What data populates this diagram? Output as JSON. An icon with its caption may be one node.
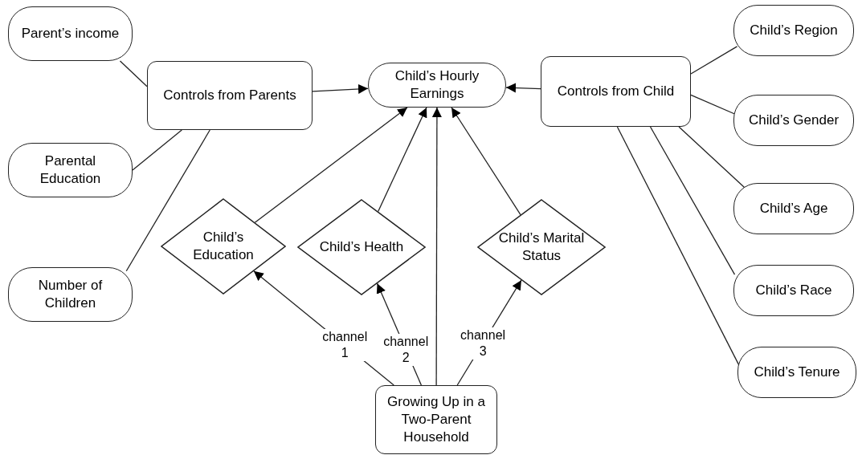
{
  "diagram": {
    "nodes": [
      {
        "text": [
          "Parent’s income"
        ]
      },
      {
        "text": [
          "Controls from Parents"
        ]
      },
      {
        "text": [
          "Parental Education"
        ]
      },
      {
        "text": [
          "Number of Children"
        ]
      },
      {
        "text": [
          "Child’s Hourly Earnings"
        ]
      },
      {
        "text": [
          "Controls from Child"
        ]
      },
      {
        "text": [
          "Child’s Region"
        ]
      },
      {
        "text": [
          "Child’s Gender"
        ]
      },
      {
        "text": [
          "Child’s Age"
        ]
      },
      {
        "text": [
          "Child’s Race"
        ]
      },
      {
        "text": [
          "Child’s Tenure"
        ]
      },
      {
        "text": [
          "Child’s Education"
        ]
      },
      {
        "text": [
          "Child’s Health"
        ]
      },
      {
        "text": [
          "Child’s Marital Status"
        ]
      },
      {
        "text": [
          "Growing Up in a Two-Parent Household"
        ]
      }
    ],
    "edges": [
      {
        "from": 0,
        "to": 1,
        "arrow": "none"
      },
      {
        "from": 2,
        "to": 1,
        "arrow": "none"
      },
      {
        "from": 3,
        "to": 1,
        "arrow": "none"
      },
      {
        "from": 1,
        "to": 4,
        "arrow": "to"
      },
      {
        "from": 5,
        "to": 4,
        "arrow": "to"
      },
      {
        "from": 5,
        "to": 6,
        "arrow": "none"
      },
      {
        "from": 5,
        "to": 7,
        "arrow": "none"
      },
      {
        "from": 5,
        "to": 8,
        "arrow": "none"
      },
      {
        "from": 5,
        "to": 9,
        "arrow": "none"
      },
      {
        "from": 5,
        "to": 10,
        "arrow": "none"
      },
      {
        "from": 11,
        "to": 4,
        "arrow": "to"
      },
      {
        "from": 12,
        "to": 4,
        "arrow": "to"
      },
      {
        "from": 13,
        "to": 4,
        "arrow": "to"
      },
      {
        "from": 14,
        "to": 4,
        "arrow": "to"
      },
      {
        "from": 14,
        "to": 11,
        "arrow": "to",
        "label": "channel 1"
      },
      {
        "from": 14,
        "to": 12,
        "arrow": "to",
        "label": "channel 2"
      },
      {
        "from": 14,
        "to": 13,
        "arrow": "to",
        "label": "channel 3"
      }
    ]
  }
}
